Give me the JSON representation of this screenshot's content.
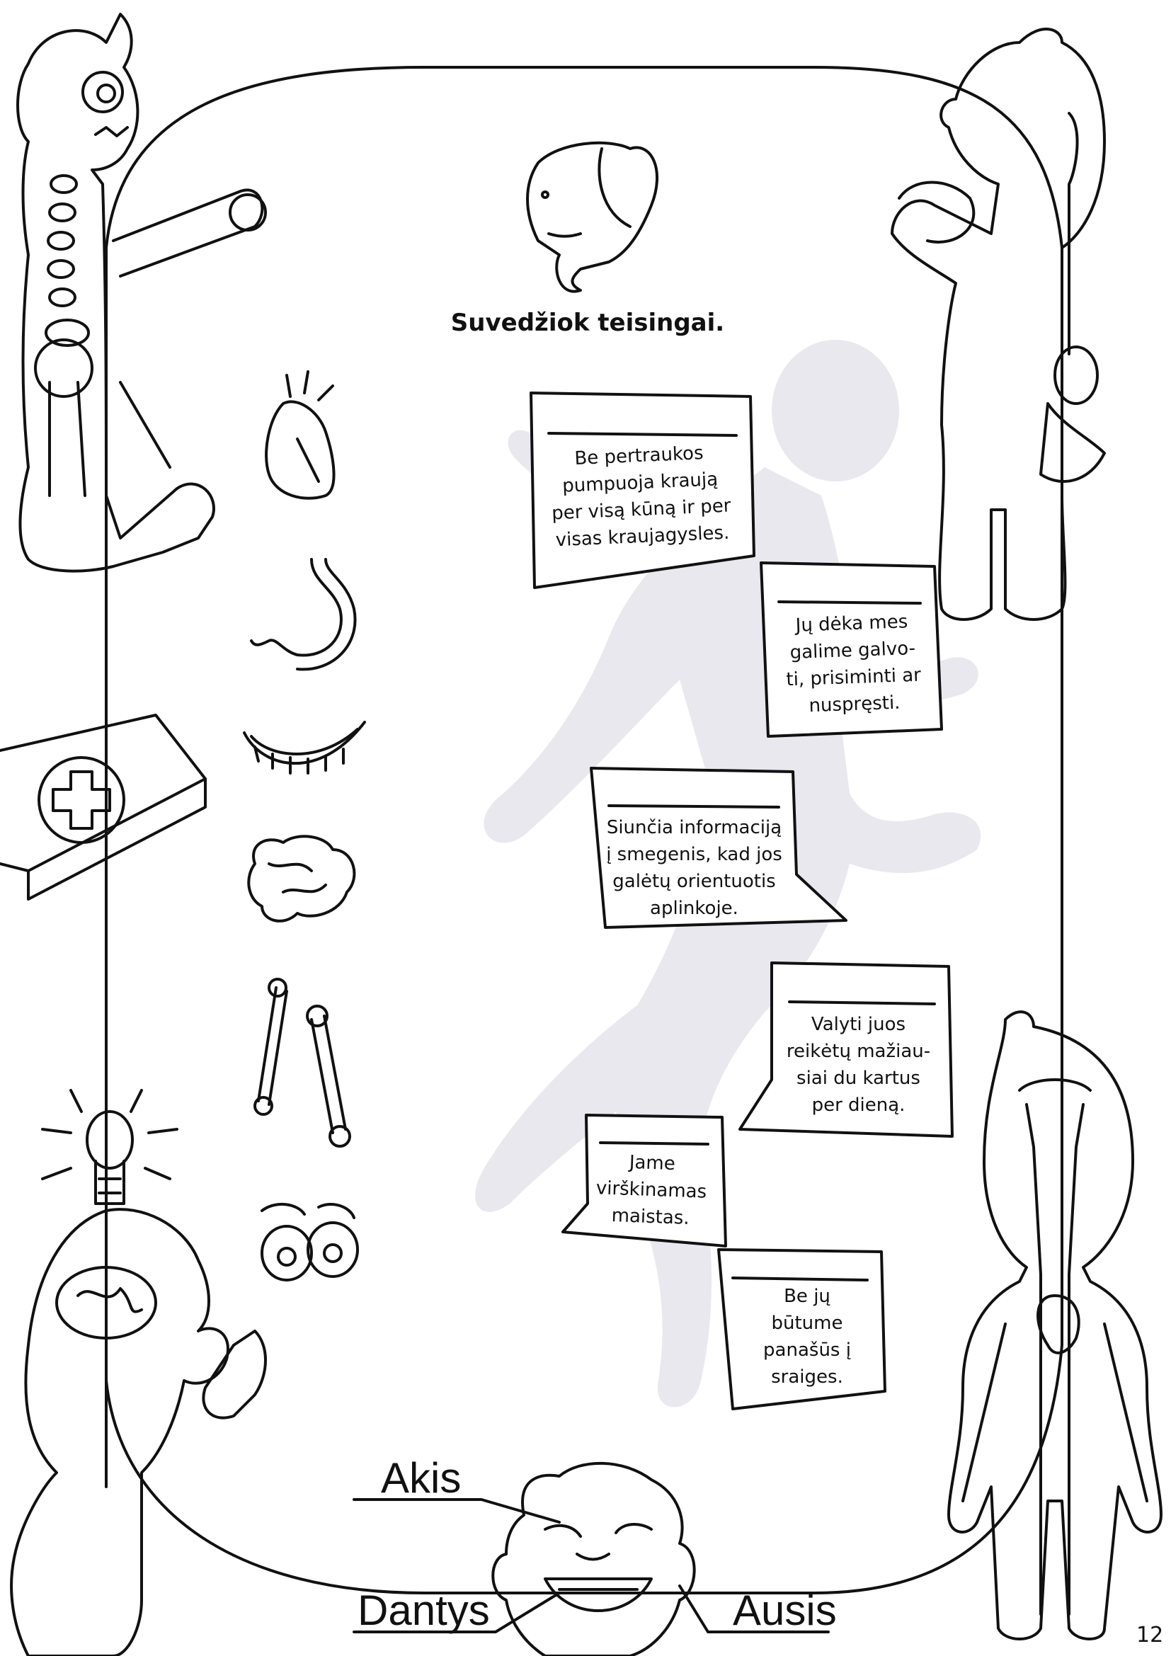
{
  "worksheet": {
    "instruction": "Suvedžiok teisingai.",
    "notes": [
      {
        "id": "heart",
        "lines": [
          "Be pertraukos",
          "pumpuoja kraują",
          "per visą kūną ir per",
          "visas kraujagysles."
        ]
      },
      {
        "id": "brain",
        "lines": [
          "Jų dėka mes",
          "galime galvo-",
          "ti, prisiminti ar",
          "nuspręsti."
        ]
      },
      {
        "id": "eyes",
        "lines": [
          "Siunčia informaciją",
          "į smegenis, kad jos",
          "galėtų orientuotis",
          "aplinkoje."
        ]
      },
      {
        "id": "teeth",
        "lines": [
          "Valyti juos",
          "reikėtų mažiau-",
          "siai du kartus",
          "per dieną."
        ]
      },
      {
        "id": "stomach",
        "lines": [
          "Jame",
          "virškinamas",
          "maistas."
        ]
      },
      {
        "id": "bones",
        "lines": [
          "Be jų",
          "būtume",
          "panašūs į",
          "sraiges."
        ]
      }
    ],
    "face_labels": {
      "eye": "Akis",
      "teeth": "Dantys",
      "ear": "Ausis"
    },
    "page_number": "12"
  },
  "colors": {
    "line": "#111111",
    "silhouette": "#e8e8ee",
    "paper": "#ffffff"
  }
}
